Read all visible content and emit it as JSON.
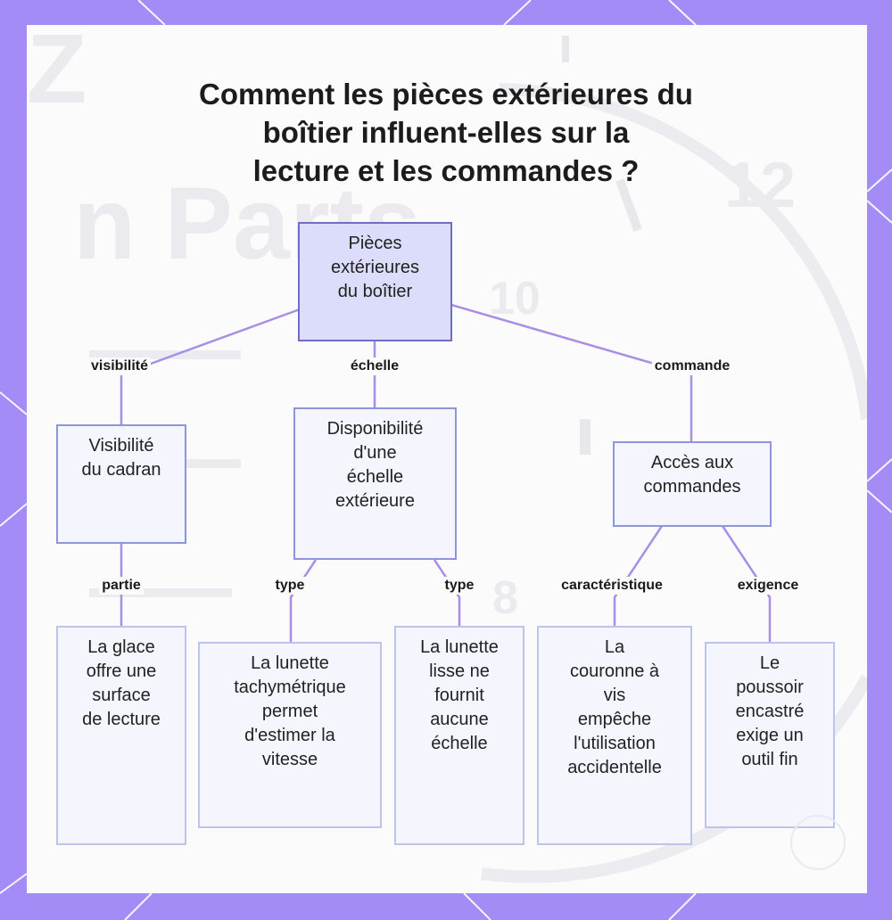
{
  "title": {
    "lines": [
      "Comment les pièces extérieures du",
      "boîtier influent-elles sur la",
      "lecture et les commandes ?"
    ]
  },
  "nodes": {
    "root": {
      "lines": [
        "Pièces",
        "extérieures",
        "du boîtier"
      ]
    },
    "visibility": {
      "lines": [
        "Visibilité",
        "du cadran"
      ]
    },
    "scale": {
      "lines": [
        "Disponibilité",
        "d'une",
        "échelle",
        "extérieure"
      ]
    },
    "controls": {
      "lines": [
        "Accès aux",
        "commandes"
      ]
    },
    "crystal": {
      "lines": [
        "La glace",
        "offre une",
        "surface",
        "de lecture"
      ]
    },
    "tachymeter": {
      "lines": [
        "La lunette",
        "tachymétrique",
        "permet",
        "d'estimer la",
        "vitesse"
      ]
    },
    "smooth_bezel": {
      "lines": [
        "La lunette",
        "lisse ne",
        "fournit",
        "aucune",
        "échelle"
      ]
    },
    "screw_crown": {
      "lines": [
        "La",
        "couronne à",
        "vis",
        "empêche",
        "l'utilisation",
        "accidentelle"
      ]
    },
    "pusher": {
      "lines": [
        "Le",
        "poussoir",
        "encastré",
        "exige un",
        "outil fin"
      ]
    }
  },
  "edge_labels": {
    "visibilite": "visibilité",
    "echelle": "échelle",
    "commande": "commande",
    "partie": "partie",
    "type_left": "type",
    "type_right": "type",
    "caracteristique": "caractéristique",
    "exigence": "exigence"
  },
  "background_watermark": {
    "texts": [
      "Z",
      "n Parts",
      "12",
      "10",
      "8"
    ]
  },
  "colors": {
    "frame": "#a38cf5",
    "edge": "#a98ee6",
    "root_fill": "#dcdcfb",
    "node_fill": "#f4f5fd"
  }
}
